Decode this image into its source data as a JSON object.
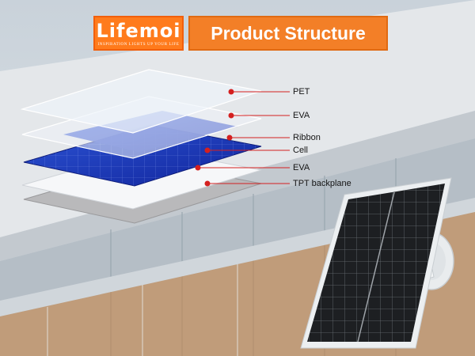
{
  "header": {
    "brand_name": "Lifemoi",
    "brand_tagline": "INSPIRATION LIGHTS UP YOUR LIFE",
    "title": "Product Structure"
  },
  "layers": [
    {
      "id": "pet",
      "label": "PET"
    },
    {
      "id": "eva-top",
      "label": "EVA"
    },
    {
      "id": "ribbon",
      "label": "Ribbon"
    },
    {
      "id": "cell",
      "label": "Cell"
    },
    {
      "id": "eva-bottom",
      "label": "EVA"
    },
    {
      "id": "tpt",
      "label": "TPT backplane"
    }
  ],
  "colors": {
    "brand_orange": "#ff7b1c",
    "title_orange": "#f37f27",
    "leader_red": "#d42020",
    "cell_blue": "#1f3fb0",
    "panel_black": "#1d1f22"
  }
}
